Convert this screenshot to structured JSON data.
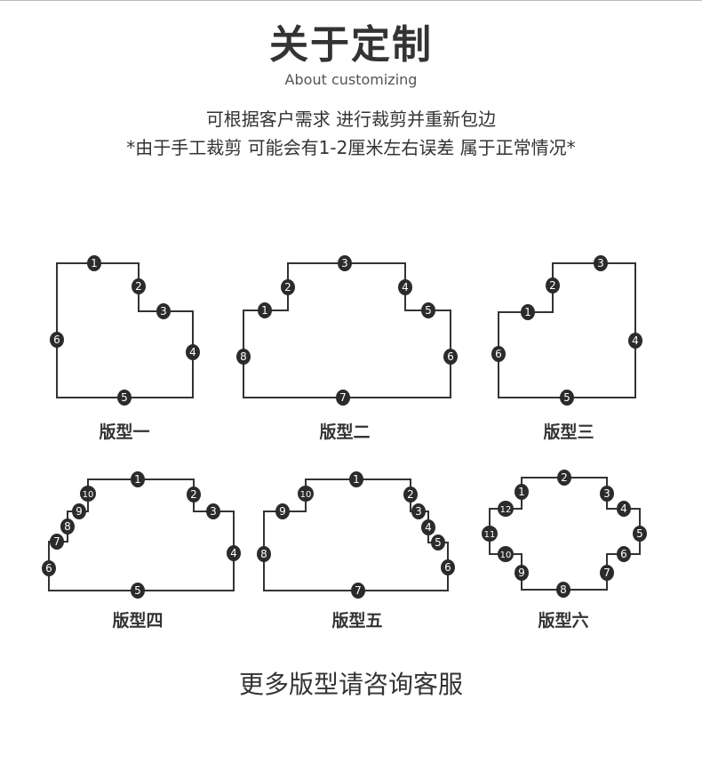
{
  "header": {
    "title": "关于定制",
    "subtitle": "About customizing",
    "line1": "可根据客户需求 进行裁剪并重新包边",
    "line2": "*由于手工裁剪 可能会有1-2厘米左右误差 属于正常情况*"
  },
  "shapes": [
    {
      "name": "版型一",
      "labels": [
        "1",
        "2",
        "3",
        "4",
        "5",
        "6"
      ]
    },
    {
      "name": "版型二",
      "labels": [
        "1",
        "2",
        "3",
        "4",
        "5",
        "6",
        "7",
        "8"
      ]
    },
    {
      "name": "版型三",
      "labels": [
        "1",
        "2",
        "3",
        "4",
        "5",
        "6"
      ]
    },
    {
      "name": "版型四",
      "labels": [
        "1",
        "2",
        "3",
        "4",
        "5",
        "6",
        "7",
        "8",
        "9",
        "10"
      ]
    },
    {
      "name": "版型五",
      "labels": [
        "1",
        "2",
        "3",
        "4",
        "5",
        "6",
        "7",
        "8",
        "9",
        "10"
      ]
    },
    {
      "name": "版型六",
      "labels": [
        "1",
        "2",
        "3",
        "4",
        "5",
        "6",
        "7",
        "8",
        "9",
        "10",
        "11",
        "12"
      ]
    }
  ],
  "footer": "更多版型请咨询客服",
  "colors": {
    "line": "#333333",
    "badge": "#2b2b2b",
    "badge_text": "#ffffff"
  }
}
